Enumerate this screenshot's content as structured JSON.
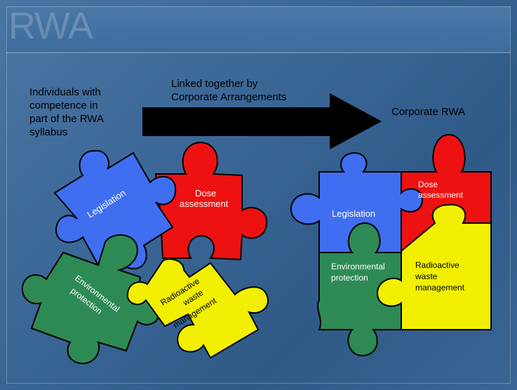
{
  "slide": {
    "title": "RWA",
    "left_caption": "Individuals with\ncompetence in\npart of the RWA\nsyllabus",
    "arrow_caption": "Linked together by\nCorporate Arrangements",
    "right_caption": "Corporate RWA"
  },
  "scattered_pieces": {
    "legislation": "Legislation",
    "dose_line1": "Dose",
    "dose_line2": "assessment",
    "env_line1": "Environmental",
    "env_line2": "protection",
    "waste_line1": "Radioactive",
    "waste_line2": "waste",
    "waste_line3": "management"
  },
  "assembled_pieces": {
    "legislation": "Legislation",
    "dose_line1": "Dose",
    "dose_line2": "assessment",
    "env_line1": "Environmental",
    "env_line2": "protection",
    "waste_line1": "Radioactive",
    "waste_line2": "waste",
    "waste_line3": "management"
  },
  "colors": {
    "background": "#3a6494",
    "legislation": "#3f6ef0",
    "dose": "#ee1111",
    "environmental": "#2e8a55",
    "waste": "#f2f000",
    "arrow": "#000000"
  }
}
